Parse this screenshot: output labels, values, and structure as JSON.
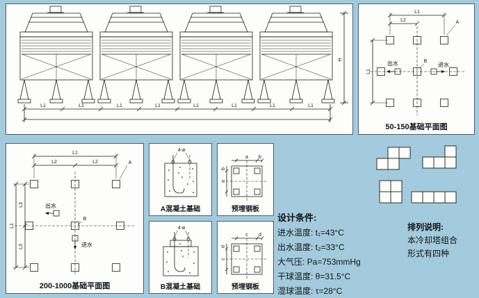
{
  "labels": {
    "l1": "L1",
    "l2": "L2",
    "l3": "L3",
    "a": "A",
    "b": "B",
    "h": "H",
    "out": "出水",
    "in": "进水",
    "bolt": "4-ø"
  },
  "panels": {
    "plan_small_title": "50-150基础平面图",
    "plan_large_title": "200-1000基础平面图",
    "foundation_a_title": "A混凝土基础",
    "foundation_b_title": "B混凝土基础",
    "plate_title": "预埋钢板"
  },
  "plate1": {
    "dim1": "a",
    "dim2": "b"
  },
  "plate2": {
    "dim1": "c",
    "dim2": "d"
  },
  "design": {
    "title": "设计条件:",
    "lines": [
      "进水温度: t₁=43°C",
      "出水温度: t₂=33°C",
      "大气压: Pa=753mmHg",
      "干球温度: θ=31.5°C",
      "湿球温度: τ=28°C"
    ]
  },
  "arrangement": {
    "title": "排列说明:",
    "line1": "本冷却塔组合",
    "line2": "形式有四种",
    "patterns": [
      {
        "name": "staggered",
        "cells": [
          [
            0,
            1
          ],
          [
            0,
            2
          ],
          [
            1,
            0
          ],
          [
            1,
            1
          ]
        ]
      },
      {
        "name": "l-shape",
        "cells": [
          [
            0,
            2
          ],
          [
            1,
            0
          ],
          [
            1,
            1
          ],
          [
            1,
            2
          ]
        ]
      },
      {
        "name": "block",
        "cells": [
          [
            0,
            0
          ],
          [
            0,
            1
          ],
          [
            1,
            0
          ],
          [
            1,
            1
          ]
        ]
      },
      {
        "name": "row",
        "cells": [
          [
            0,
            0
          ],
          [
            0,
            1
          ],
          [
            0,
            2
          ],
          [
            0,
            3
          ]
        ]
      }
    ]
  },
  "colors": {
    "background": "#a4cbdd",
    "line": "#1b1b1b",
    "panel": "#fdfdfb"
  }
}
